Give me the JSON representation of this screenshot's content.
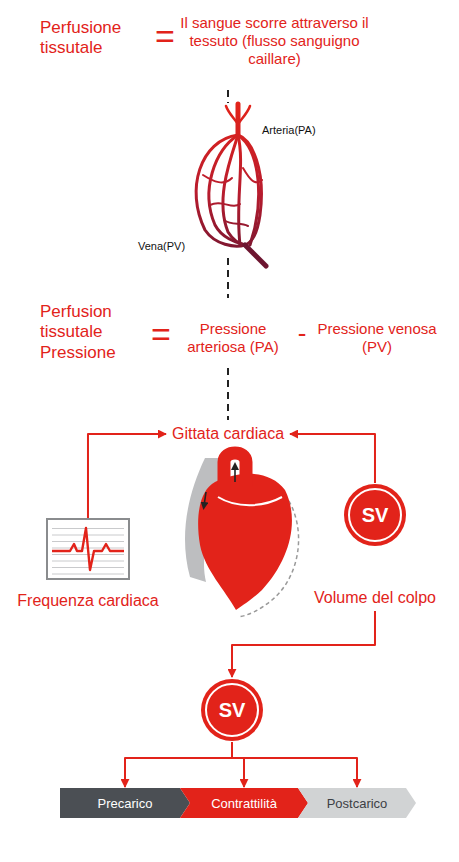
{
  "diagram": {
    "nodes": [
      {
        "text": [
          "Gittata cardiaca"
        ]
      },
      {
        "text": [
          "Frequenza cardiaca"
        ]
      },
      {
        "text": [
          "SV",
          "Volume del colpo"
        ]
      },
      {
        "text": [
          "SV"
        ]
      },
      {
        "text": [
          "Precarico"
        ]
      },
      {
        "text": [
          "Contrattilità"
        ]
      },
      {
        "text": [
          "Postcarico"
        ]
      }
    ],
    "edges": [
      {
        "from": 1,
        "to": 0,
        "arrow": "to"
      },
      {
        "from": 2,
        "to": 0,
        "arrow": "to"
      },
      {
        "from": 2,
        "to": 3,
        "arrow": "to"
      },
      {
        "from": 3,
        "to": 4,
        "arrow": "to"
      },
      {
        "from": 3,
        "to": 5,
        "arrow": "to"
      },
      {
        "from": 3,
        "to": 6,
        "arrow": "to"
      }
    ],
    "labels": [
      "Perfusione tissutale",
      "=",
      "Il sangue scorre attraverso il tessuto (flusso sanguigno caillare)",
      "Arteria(PA)",
      "Vena(PV)",
      "Perfusion tissutale Pressione",
      "=",
      "Pressione arteriosa (PA)",
      "-",
      "Pressione venosa (PV)"
    ]
  }
}
